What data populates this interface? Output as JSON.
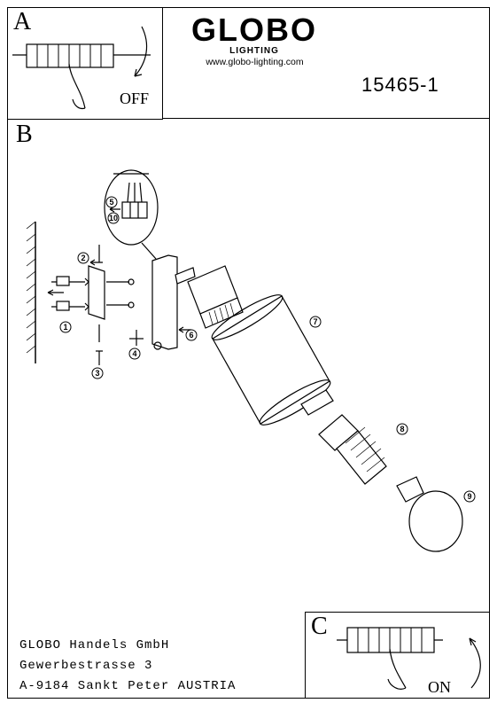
{
  "header": {
    "brand": "GLOBO",
    "brand_sub": "LIGHTING",
    "url": "www.globo-lighting.com",
    "article_number": "15465-1"
  },
  "panels": {
    "a_label": "A",
    "b_label": "B",
    "c_label": "C",
    "off_label": "OFF",
    "on_label": "ON"
  },
  "steps": [
    "1",
    "2",
    "3",
    "4",
    "5",
    "6",
    "7",
    "8",
    "9",
    "10"
  ],
  "address": {
    "company": "GLOBO Handels GmbH",
    "street": "Gewerbestrasse 3",
    "city": "A-9184 Sankt Peter AUSTRIA"
  }
}
